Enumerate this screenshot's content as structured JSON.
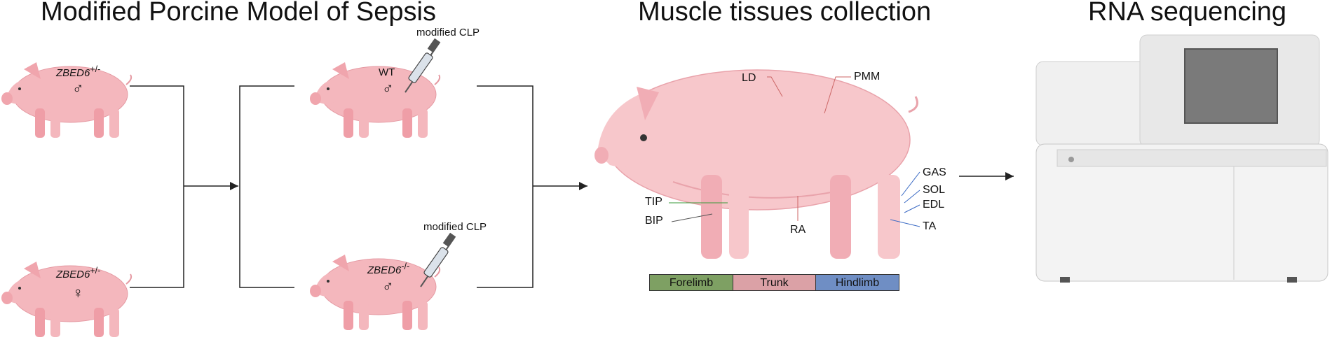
{
  "titles": {
    "model": "Modified Porcine Model of Sepsis",
    "collection": "Muscle tissues collection",
    "sequencing": "RNA sequencing"
  },
  "pigs": {
    "top_left": {
      "genotype": "ZBED6",
      "sup": "+/-",
      "sex": "♂"
    },
    "bottom_left": {
      "genotype": "ZBED6",
      "sup": "+/-",
      "sex": "♀"
    },
    "top_right": {
      "genotype": "WT",
      "sex": "♂"
    },
    "bottom_right": {
      "genotype": "ZBED6",
      "sup": "-/-",
      "sex": "♂"
    }
  },
  "procedure_label": "modified CLP",
  "muscles": {
    "ld": "LD",
    "pmm": "PMM",
    "tip": "TIP",
    "bip": "BIP",
    "ra": "RA",
    "gas": "GAS",
    "sol": "SOL",
    "edl": "EDL",
    "ta": "TA"
  },
  "regions": [
    {
      "label": "Forelimb",
      "color": "#7ea063"
    },
    {
      "label": "Trunk",
      "color": "#dba1a6"
    },
    {
      "label": "Hindlimb",
      "color": "#6f8ec4"
    }
  ]
}
